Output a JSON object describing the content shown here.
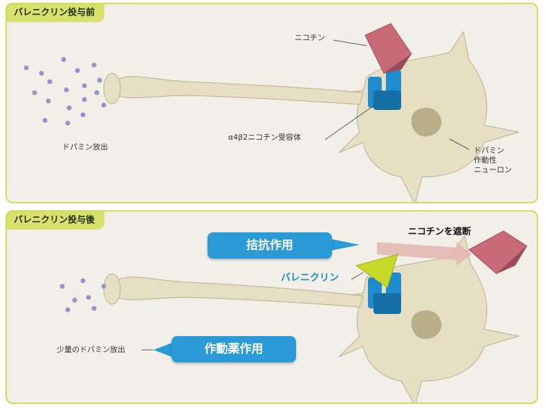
{
  "top_panel": {
    "tab": "バレニクリン投与前",
    "labels": {
      "nicotine": "ニコチン",
      "receptor": "α4β2ニコチン受容体",
      "dopamine_release": "ドパミン放出",
      "neuron": "ドパミン\n作動性\nニューロン"
    }
  },
  "bottom_panel": {
    "tab": "バレニクリン投与後",
    "labels": {
      "antagonist": "拮抗作用",
      "block_nicotine": "ニコチンを遮断",
      "varenicline": "バレニクリン",
      "small_release": "少量のドパミン放出",
      "agonist": "作動薬作用"
    }
  },
  "colors": {
    "panel_border": "#cfdc5a",
    "tab_bg": "#d7e26c",
    "neuron": "#e7dfc4",
    "receptor": "#1f8ccf",
    "nicotine": "#c86a78",
    "varenicline": "#c8d92a",
    "callout": "#2a9bd6",
    "dopamine": "#9b8fcc"
  }
}
